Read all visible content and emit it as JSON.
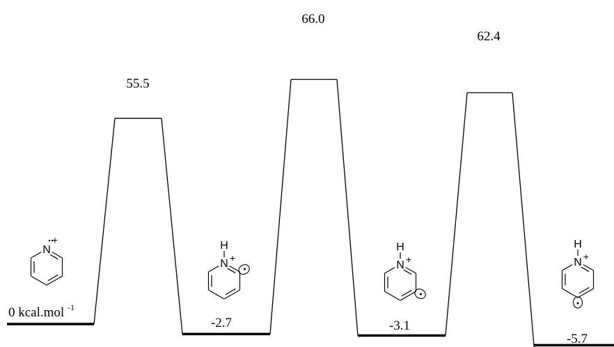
{
  "chart_data": {
    "type": "energy-profile",
    "unit_label": "kcal.mol",
    "unit_exponent": "-1",
    "levels": [
      {
        "kind": "minimum",
        "label": "0",
        "value": 0
      },
      {
        "kind": "transition",
        "label": "55.5",
        "value": 55.5
      },
      {
        "kind": "minimum",
        "label": "-2.7",
        "value": -2.7
      },
      {
        "kind": "transition",
        "label": "66.0",
        "value": 66.0
      },
      {
        "kind": "minimum",
        "label": "-3.1",
        "value": -3.1
      },
      {
        "kind": "transition",
        "label": "62.4",
        "value": 62.4
      },
      {
        "kind": "minimum",
        "label": "-5.7",
        "value": -5.7
      }
    ]
  },
  "structures": [
    {
      "name": "pyridine-radical-cation",
      "n_label": "N",
      "charge": "+",
      "h_label": ""
    },
    {
      "name": "2-pyridyl-radical-ion",
      "n_label": "N",
      "charge": "+",
      "h_label": "H"
    },
    {
      "name": "3-pyridyl-radical-ion",
      "n_label": "N",
      "charge": "+",
      "h_label": "H"
    },
    {
      "name": "4-pyridyl-radical-ion",
      "n_label": "N",
      "charge": "+",
      "h_label": "H"
    }
  ]
}
